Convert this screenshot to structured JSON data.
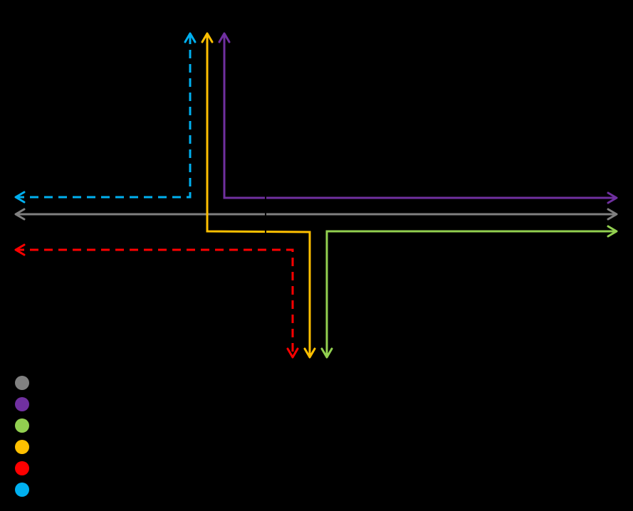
{
  "background": "#000000",
  "routes": [
    {
      "id": "gray",
      "color": "#808080",
      "style": "solid",
      "legend_icon": "gray-dot-icon"
    },
    {
      "id": "purple",
      "color": "#7030A0",
      "style": "solid",
      "legend_icon": "purple-dot-icon"
    },
    {
      "id": "green",
      "color": "#92D050",
      "style": "solid",
      "legend_icon": "green-dot-icon"
    },
    {
      "id": "yellow",
      "color": "#FFC000",
      "style": "solid",
      "legend_icon": "yellow-dot-icon"
    },
    {
      "id": "red",
      "color": "#FF0000",
      "style": "dashed",
      "legend_icon": "red-dot-icon"
    },
    {
      "id": "blue",
      "color": "#00B0F0",
      "style": "dashed",
      "legend_icon": "blue-dot-icon"
    }
  ]
}
